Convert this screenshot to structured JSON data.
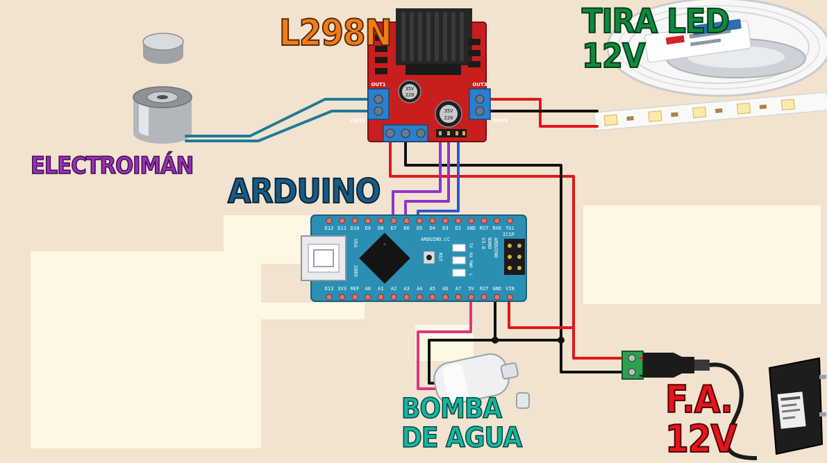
{
  "labels": {
    "driver": "L298N",
    "led_line1": "TIRA LED",
    "led_line2": "12V",
    "magnet": "ELECTROIMÁN",
    "arduino": "ARDUINO",
    "pump_line1": "BOMBA",
    "pump_line2": "DE AGUA",
    "supply_line1": "F.A.",
    "supply_line2": "12V"
  },
  "arduino_board": {
    "top_pins": [
      "D12",
      "D11",
      "D10",
      "D9",
      "D8",
      "D7",
      "D6",
      "D5",
      "D4",
      "D3",
      "D2",
      "GND",
      "RST",
      "RX0",
      "TX1"
    ],
    "bottom_pins": [
      "D13",
      "3V3",
      "REF",
      "A0",
      "A1",
      "A2",
      "A3",
      "A4",
      "A5",
      "A6",
      "A7",
      "5V",
      "RST",
      "GND",
      "VIN"
    ],
    "board_text": [
      "ARDUINO.CC",
      "ARDUINO",
      "NANO",
      "V3.0",
      "ICSP",
      "USA",
      "2009",
      "RST",
      "TX",
      "RX",
      "PWR",
      "L"
    ]
  },
  "driver_board": {
    "terminals": [
      "OUT1",
      "OUT2",
      "OUT3",
      "OUT4"
    ],
    "capacitor_text": [
      "35V",
      "220"
    ]
  },
  "supply_polarity": [
    "+",
    "-"
  ],
  "colors": {
    "background": "#f1e3cf",
    "panel": "#fdf7e3",
    "wire_red": "#e3161c",
    "wire_black": "#111111",
    "wire_purple": "#8e35c9",
    "wire_blue": "#2f57d4",
    "wire_teal": "#1e7b96",
    "wire_pink": "#e0357e",
    "board_red": "#c91e1e",
    "arduino_teal": "#2a8fb3",
    "terminal_blue": "#2b7fcf"
  }
}
